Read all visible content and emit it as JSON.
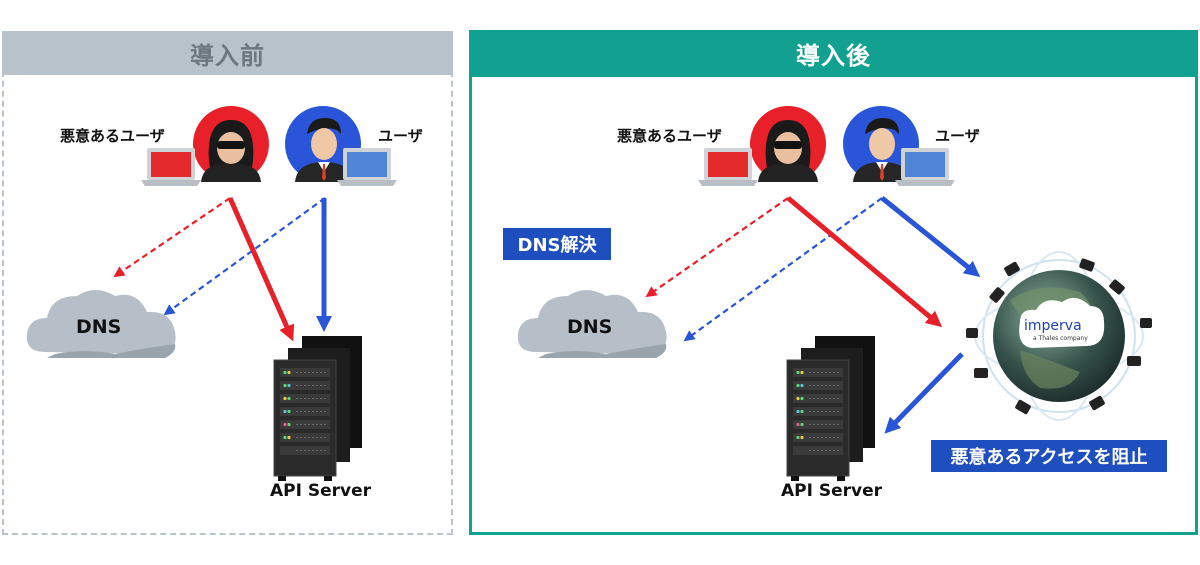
{
  "before": {
    "title": "導入前",
    "malicious_user_label": "悪意あるユーザ",
    "user_label": "ユーザ",
    "dns_label": "DNS",
    "server_label": "API Server"
  },
  "after": {
    "title": "導入後",
    "malicious_user_label": "悪意あるユーザ",
    "user_label": "ユーザ",
    "dns_label": "DNS",
    "server_label": "API Server",
    "dns_resolution_tag": "DNS解決",
    "block_tag": "悪意あるアクセスを阻止",
    "imperva_brand": "imperva",
    "imperva_sub": "a Thales company"
  },
  "colors": {
    "teal": "#12a191",
    "gray_header": "#b7c2ca",
    "red": "#e8202a",
    "blue": "#2a55d8",
    "tag_blue": "#1f4fbf"
  }
}
